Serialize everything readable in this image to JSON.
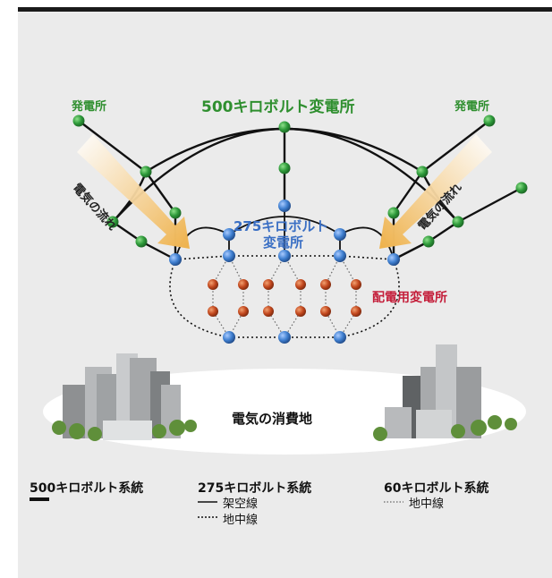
{
  "labels": {
    "power_plant_left": "発電所",
    "power_plant_right": "発電所",
    "substation_500": "500キロボルト変電所",
    "substation_275_line1": "275キロボルト",
    "substation_275_line2": "変電所",
    "distribution_substation": "配電用変電所",
    "flow_left": "電気の流れ",
    "flow_right": "電気の流れ",
    "consumption_area": "電気の消費地"
  },
  "legend": {
    "system_500": {
      "title": "500キロボルト系統"
    },
    "system_275": {
      "title": "275キロボルト系統",
      "overhead": "架空線",
      "underground": "地中線"
    },
    "system_60": {
      "title": "60キロボルト系統",
      "underground": "地中線"
    }
  },
  "colors": {
    "green_node": "#2e9a3a",
    "blue_node": "#3f7fd0",
    "red_node": "#c2481e",
    "green_text": "#2f8f2f",
    "blue_text": "#3a6fc4",
    "red_text": "#c41e3a",
    "arrow": "#eeb14a",
    "background": "#ebebeb"
  }
}
